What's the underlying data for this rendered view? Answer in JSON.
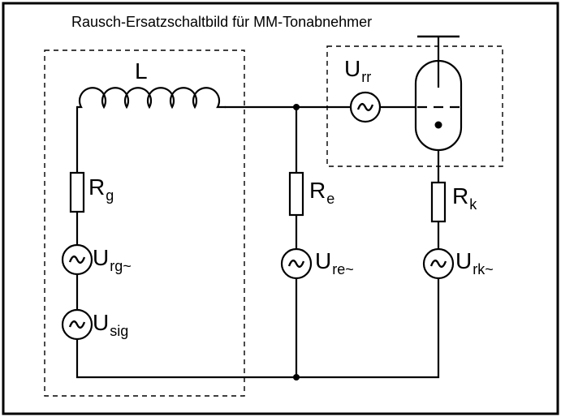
{
  "title": "Rausch-Ersatzschaltbild für MM-Tonabnehmer",
  "labels": {
    "inductor": {
      "main": "L",
      "sub": ""
    },
    "rg": {
      "main": "R",
      "sub": "g"
    },
    "urg": {
      "main": "U",
      "sub": "rg~"
    },
    "usig": {
      "main": "U",
      "sub": "sig"
    },
    "re": {
      "main": "R",
      "sub": "e"
    },
    "ure": {
      "main": "U",
      "sub": "re~"
    },
    "urr": {
      "main": "U",
      "sub": "rr"
    },
    "rk": {
      "main": "R",
      "sub": "k"
    },
    "urk": {
      "main": "U",
      "sub": "rk~"
    }
  },
  "icons": {
    "ac_source": "~"
  },
  "colors": {
    "line": "#000000",
    "background": "#ffffff"
  }
}
